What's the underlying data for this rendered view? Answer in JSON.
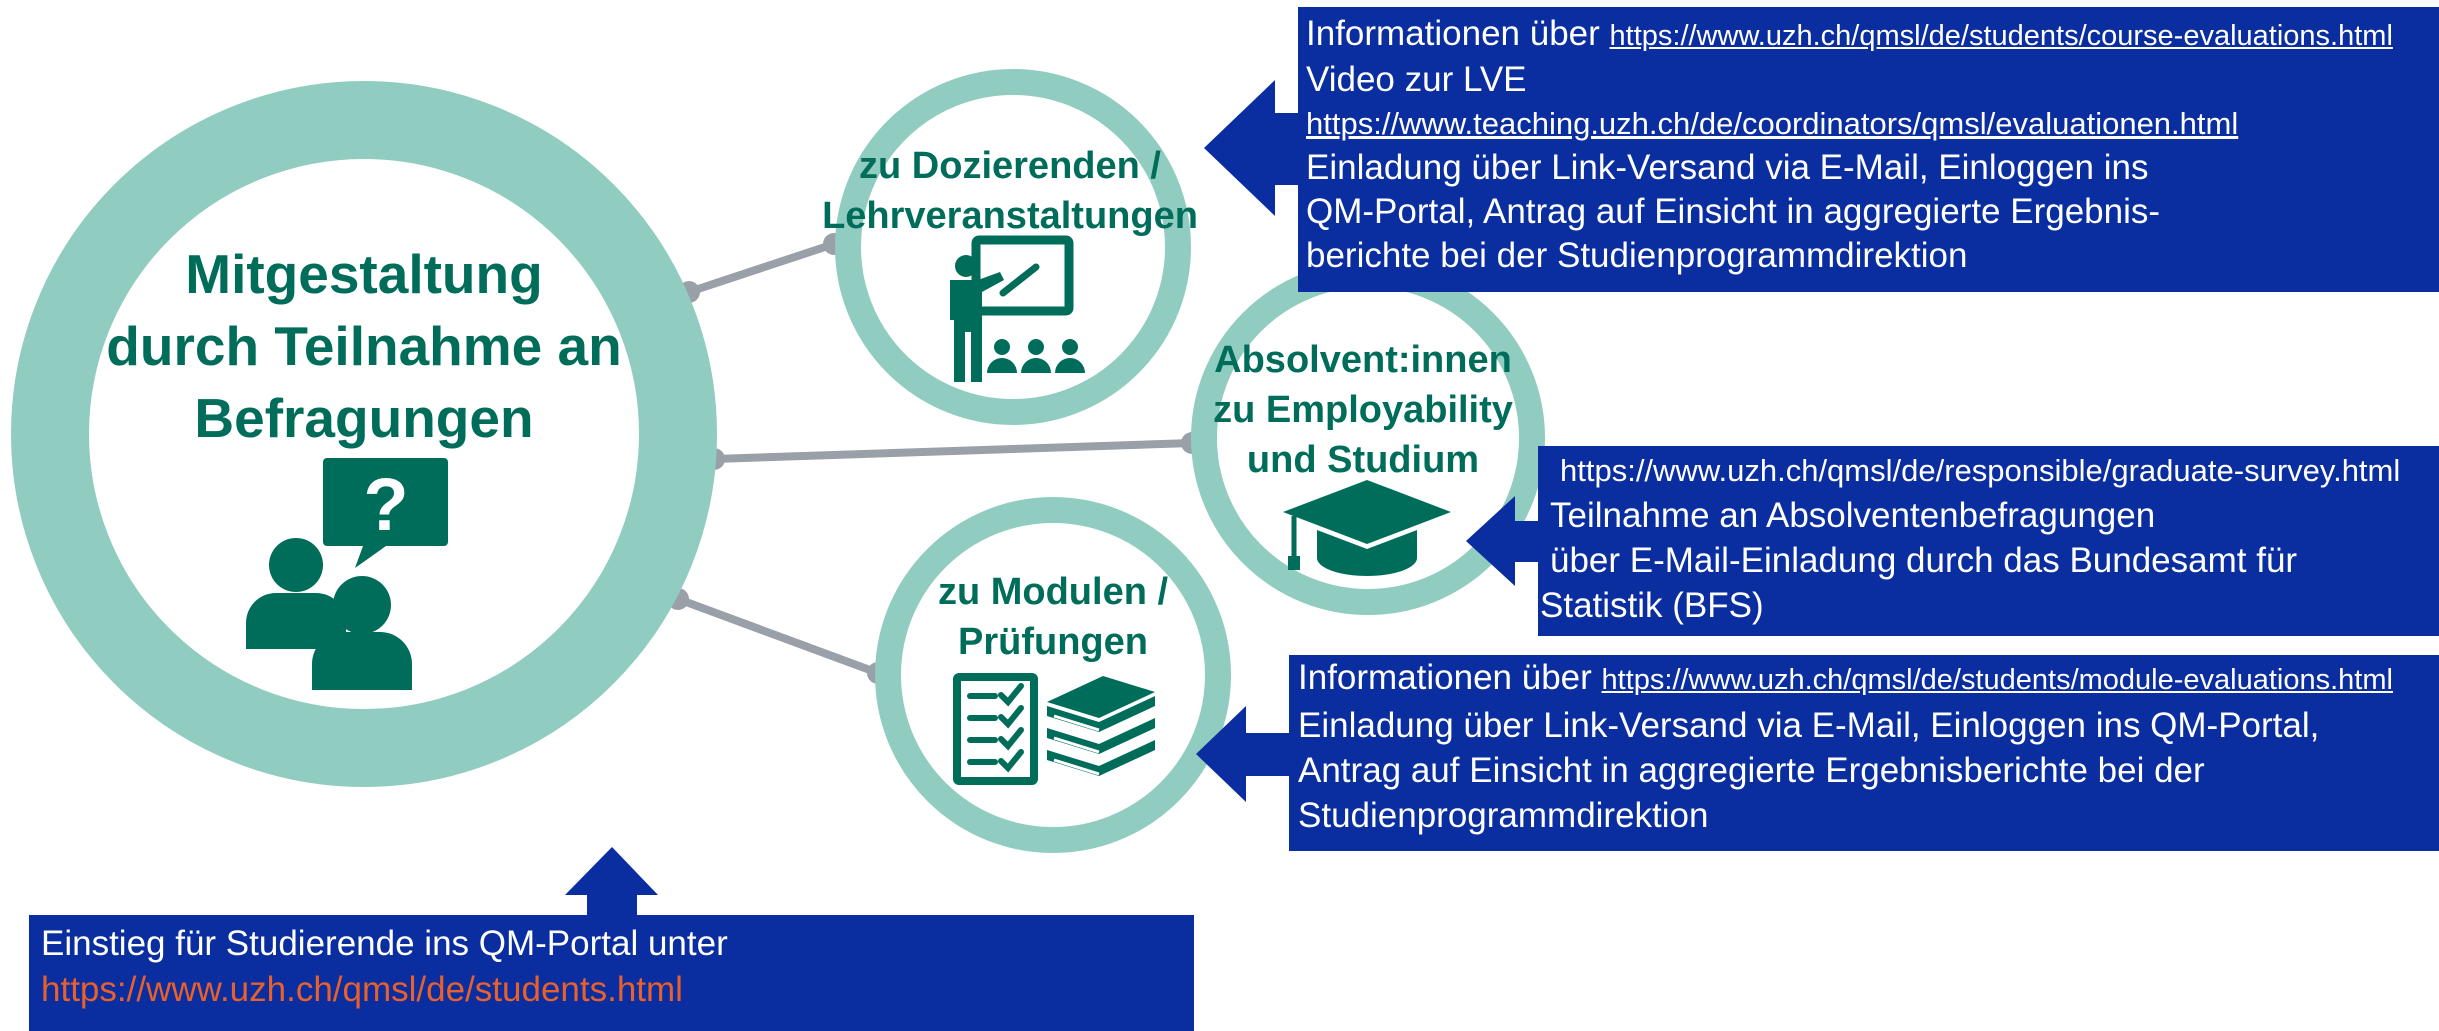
{
  "colors": {
    "ring": "#91ccc1",
    "accent_green": "#006d5b",
    "box_blue": "#0a2ea0",
    "connector_gray": "#9aa0a8",
    "link_orange": "#e8602c"
  },
  "main": {
    "title_lines": [
      "Mitgestaltung",
      "durch Teilnahme an",
      "Befragungen"
    ],
    "icon": "people-question-icon"
  },
  "nodes": {
    "lecturers": {
      "title_lines": [
        "zu Dozierenden /",
        "Lehrveranstaltungen"
      ],
      "icon": "teacher-board-icon"
    },
    "graduates": {
      "title_lines": [
        "Absolvent:innen",
        "zu Employability",
        "und Studium"
      ],
      "icon": "graduation-cap-icon"
    },
    "modules": {
      "title_lines": [
        "zu Modulen /",
        "Prüfungen"
      ],
      "icon": "checklist-books-icon"
    }
  },
  "boxes": {
    "lecturers": {
      "info_prefix": "Informationen über ",
      "info_link": "https://www.uzh.ch/qmsl/de/students/course-evaluations.html",
      "video_label": "Video zur LVE",
      "video_link": "https://www.teaching.uzh.ch/de/coordinators/qmsl/evaluationen.html",
      "text_lines": [
        "Einladung über Link-Versand via E-Mail, Einloggen ins",
        "QM-Portal, Antrag auf Einsicht in aggregierte Ergebnis-",
        "berichte bei der Studienprogrammdirektion"
      ]
    },
    "graduates": {
      "link": "https://www.uzh.ch/qmsl/de/responsible/graduate-survey.html",
      "text_lines": [
        "Teilnahme an Absolventenbefragungen",
        "über E-Mail-Einladung durch das Bundesamt für",
        "Statistik (BFS)"
      ]
    },
    "modules": {
      "info_prefix": "Informationen über ",
      "info_link": "https://www.uzh.ch/qmsl/de/students/module-evaluations.html",
      "text_lines": [
        "Einladung über Link-Versand via E-Mail, Einloggen ins  QM-Portal,",
        "Antrag auf Einsicht in aggregierte Ergebnisberichte bei der",
        "Studienprogrammdirektion"
      ]
    },
    "entry": {
      "text": "Einstieg für Studierende ins QM-Portal unter",
      "link": "https://www.uzh.ch/qmsl/de/students.html"
    }
  }
}
